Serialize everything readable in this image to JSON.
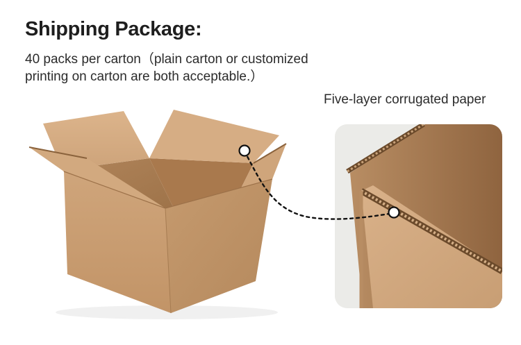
{
  "header": {
    "title": "Shipping Package:",
    "description_line1": "40 packs per carton（plain carton or customized",
    "description_line2": "printing on carton are both acceptable.）"
  },
  "detail": {
    "caption": "Five-layer corrugated paper"
  },
  "colors": {
    "cardboard": "#c9a27a",
    "cardboard_shadow": "#a97e55",
    "text": "#1e1e1e"
  }
}
